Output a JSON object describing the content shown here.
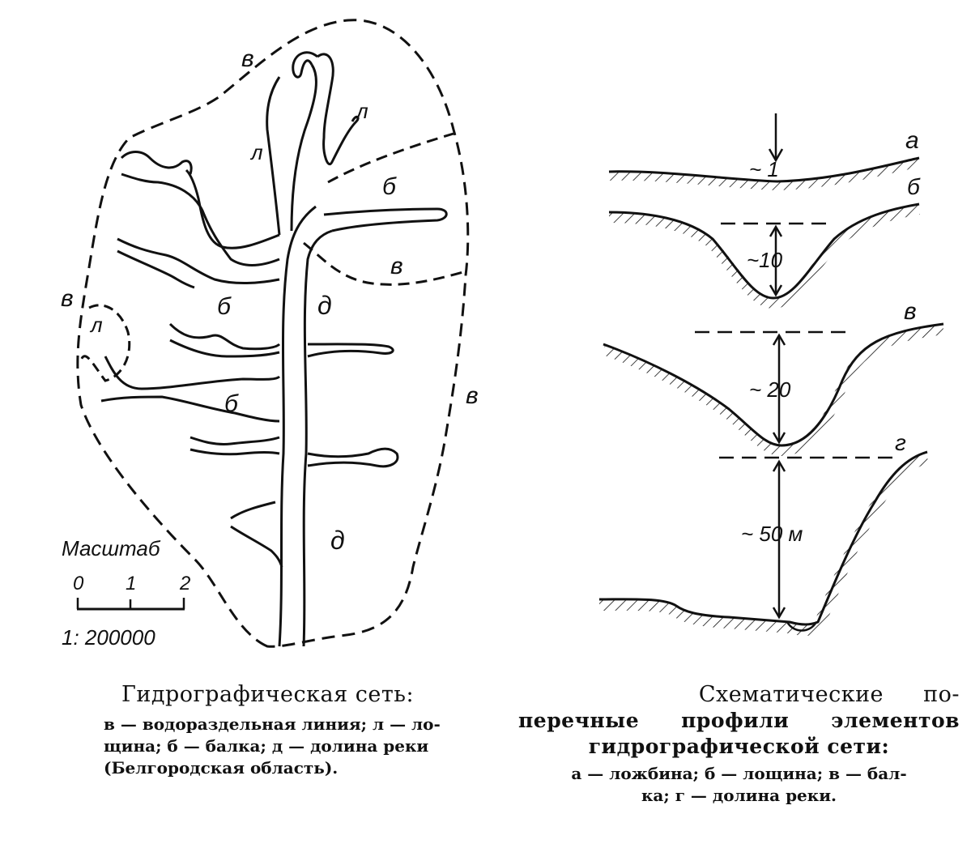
{
  "map": {
    "labels": {
      "v": "в",
      "l": "л",
      "b": "б",
      "d": "д"
    },
    "scale": {
      "title": "Масштаб",
      "tick0": "0",
      "tick1": "1",
      "tick2": "2",
      "ratio": "1: 200000"
    }
  },
  "profiles": {
    "labels": {
      "a": "а",
      "b": "б",
      "v": "в",
      "g": "г"
    },
    "depths": {
      "a": "~ 1",
      "b": "~10",
      "v": "~ 20",
      "g": "~ 50 м"
    }
  },
  "captions": {
    "left": {
      "title": "Гидрографическая сеть:",
      "line1": "в — водораздельная линия; л — ло-",
      "line2": "щина; б — балка; д — долина реки",
      "line3": "(Белгородская область)."
    },
    "right": {
      "line1": "Схематические по-",
      "line2": "перечные профили элементов",
      "line3": "гидрографической сети:",
      "line4": "а — ложбина; б — лощина; в — бал-",
      "line5": "ка; г — долина реки."
    }
  }
}
